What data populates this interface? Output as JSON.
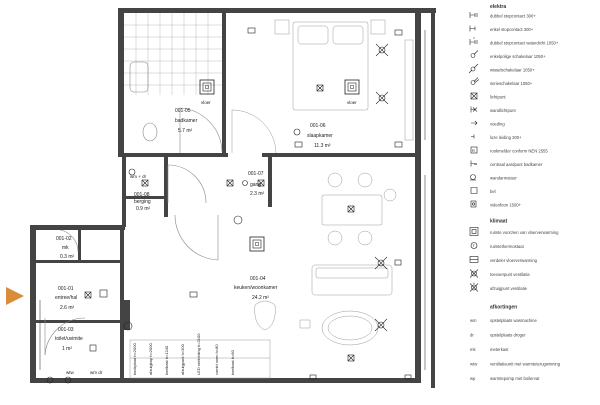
{
  "rooms": {
    "badkamer": {
      "code": "001-05",
      "name": "badkamer",
      "area": "5.7 m²"
    },
    "slaapkamer": {
      "code": "001-06",
      "name": "slaapkamer",
      "area": "11.3 m²"
    },
    "gang": {
      "code": "001-07",
      "name": "gang",
      "area": "2.3 m²"
    },
    "berging": {
      "code": "001-08",
      "name": "berging",
      "area": "0.9 m²"
    },
    "mk": {
      "code": "001-02",
      "name": "mk",
      "area": "0.3 m²"
    },
    "entree": {
      "code": "001-01",
      "name": "entree/hal",
      "area": "2.6 m²"
    },
    "toilet": {
      "code": "001-03",
      "name": "toilet/uvimite",
      "area": "1 m²"
    },
    "keuken": {
      "code": "001-04",
      "name": "keuken/woonkamer",
      "area": "24.2 m²"
    }
  },
  "floor_labels": {
    "vloer_bad": "vloer",
    "vloer_slaap": "vloer"
  },
  "small_labels": {
    "wm_dr": "wm + dr",
    "wtw": "wtw",
    "wm_dr_2": "wm dr"
  },
  "vertical_labels": [
    "kookplaat h=2000",
    "afzuigkap h=2000",
    "koelkast h=1240",
    "afzuigpunt h=300",
    "LED verlichting h=2100",
    "combi oven h=80",
    "koelkast h=80"
  ],
  "legend": {
    "title": "elektra",
    "items": [
      "dubbel stopcontact 300+",
      "enkel stopcontact 300+",
      "dubbel stopcontact waterdicht 1050+",
      "enkelpolige schakelaar 1050+",
      "wisselschakelaar 1050+",
      "serieschakelaar 1050+",
      "lichtpunt",
      "wandlichtpunt",
      "voeding",
      "loze leiding 300+",
      "rookmelder conform NEN 2555",
      "centraal aardpunt badkamer",
      "wandarmatuur",
      "bel",
      "videofoon 1500+"
    ]
  },
  "klimaat": {
    "title": "klimaat",
    "items": [
      "ruimte voorzien van vloerverwarming",
      "ruimtethermostaat",
      "verdeler vloerverwarming",
      "toevoerpunt ventilatie",
      "afzuigpunt ventilatie"
    ]
  },
  "afkortingen": {
    "title": "afkortingen",
    "items": [
      {
        "abbr": "wm",
        "text": "opstelplaats wasmachine"
      },
      {
        "abbr": "dr",
        "text": "opstelplaats droger"
      },
      {
        "abbr": "mk",
        "text": "meterkast"
      },
      {
        "abbr": "wtw",
        "text": "ventilatieunit met warmteterugwinning"
      },
      {
        "abbr": "wp",
        "text": "warmtepomp met boilervat"
      }
    ]
  },
  "colors": {
    "wall": "#333333",
    "grid": "#999999",
    "marker": "#d98c3a",
    "furniture": "#888888"
  }
}
